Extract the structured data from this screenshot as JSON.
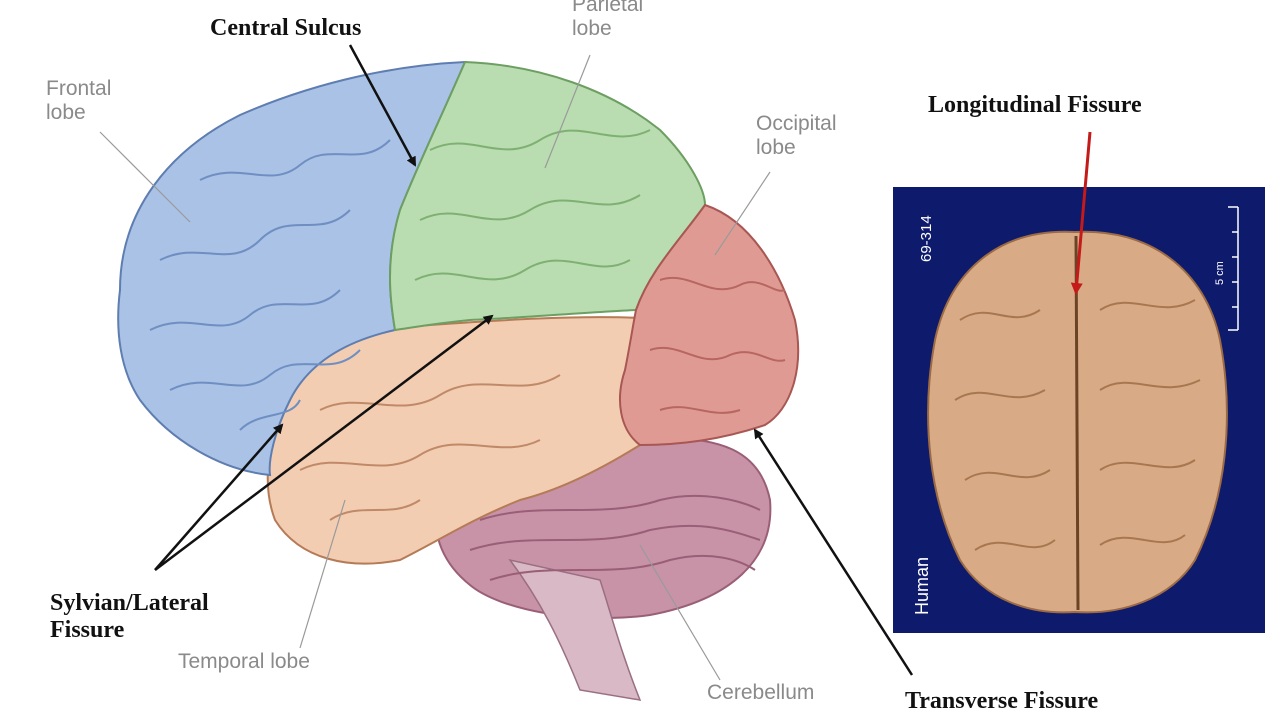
{
  "labels": {
    "frontal_lobe": "Frontal\nlobe",
    "central_sulcus": "Central Sulcus",
    "parietal_lobe": "Parietal\nlobe",
    "occipital_lobe": "Occipital\nlobe",
    "temporal_lobe": "Temporal lobe",
    "cerebellum": "Cerebellum",
    "sylvian_fissure": "Sylvian/Lateral\nFissure",
    "longitudinal_fissure": "Longitudinal Fissure",
    "transverse_fissure": "Transverse Fissure"
  },
  "photo": {
    "specimen_id": "69-314",
    "species": "Human",
    "scale_unit": "5 cm"
  },
  "colors": {
    "frontal": "#a9c2e6",
    "parietal": "#b9ddb0",
    "occipital": "#e09a94",
    "temporal": "#f3cdb2",
    "cerebellum": "#c893a7",
    "photo_bg": "#0e1a6b",
    "photo_brain": "#d8ab86",
    "arrow_black": "#111111",
    "arrow_red": "#c41a1a"
  }
}
